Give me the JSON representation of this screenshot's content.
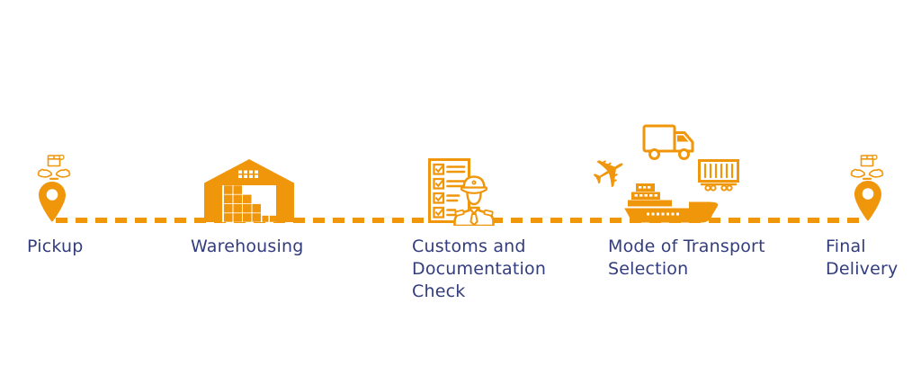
{
  "colors": {
    "accent_orange": "#F0960A",
    "label_navy": "#333D7E",
    "background": "#FFFFFF"
  },
  "glyphs": {
    "airplane": "✈"
  },
  "stages": [
    {
      "label": "Pickup",
      "lines": [
        "Pickup"
      ],
      "icons": [
        "package-in-hands-icon",
        "location-pin-icon"
      ]
    },
    {
      "label": "Warehousing",
      "lines": [
        "Warehousing"
      ],
      "icons": [
        "warehouse-icon"
      ]
    },
    {
      "label": "Customs and Documentation Check",
      "lines": [
        "Customs and",
        "Documentation",
        "Check"
      ],
      "icons": [
        "checklist-document-icon",
        "customs-officer-icon"
      ]
    },
    {
      "label": "Mode of Transport Selection",
      "lines": [
        "Mode of Transport",
        "Selection"
      ],
      "icons": [
        "airplane-icon",
        "box-truck-icon",
        "rail-container-icon",
        "cargo-ship-icon"
      ]
    },
    {
      "label": "Final Delivery",
      "lines": [
        "Final",
        "Delivery"
      ],
      "icons": [
        "package-in-hands-icon",
        "location-pin-icon"
      ]
    }
  ]
}
